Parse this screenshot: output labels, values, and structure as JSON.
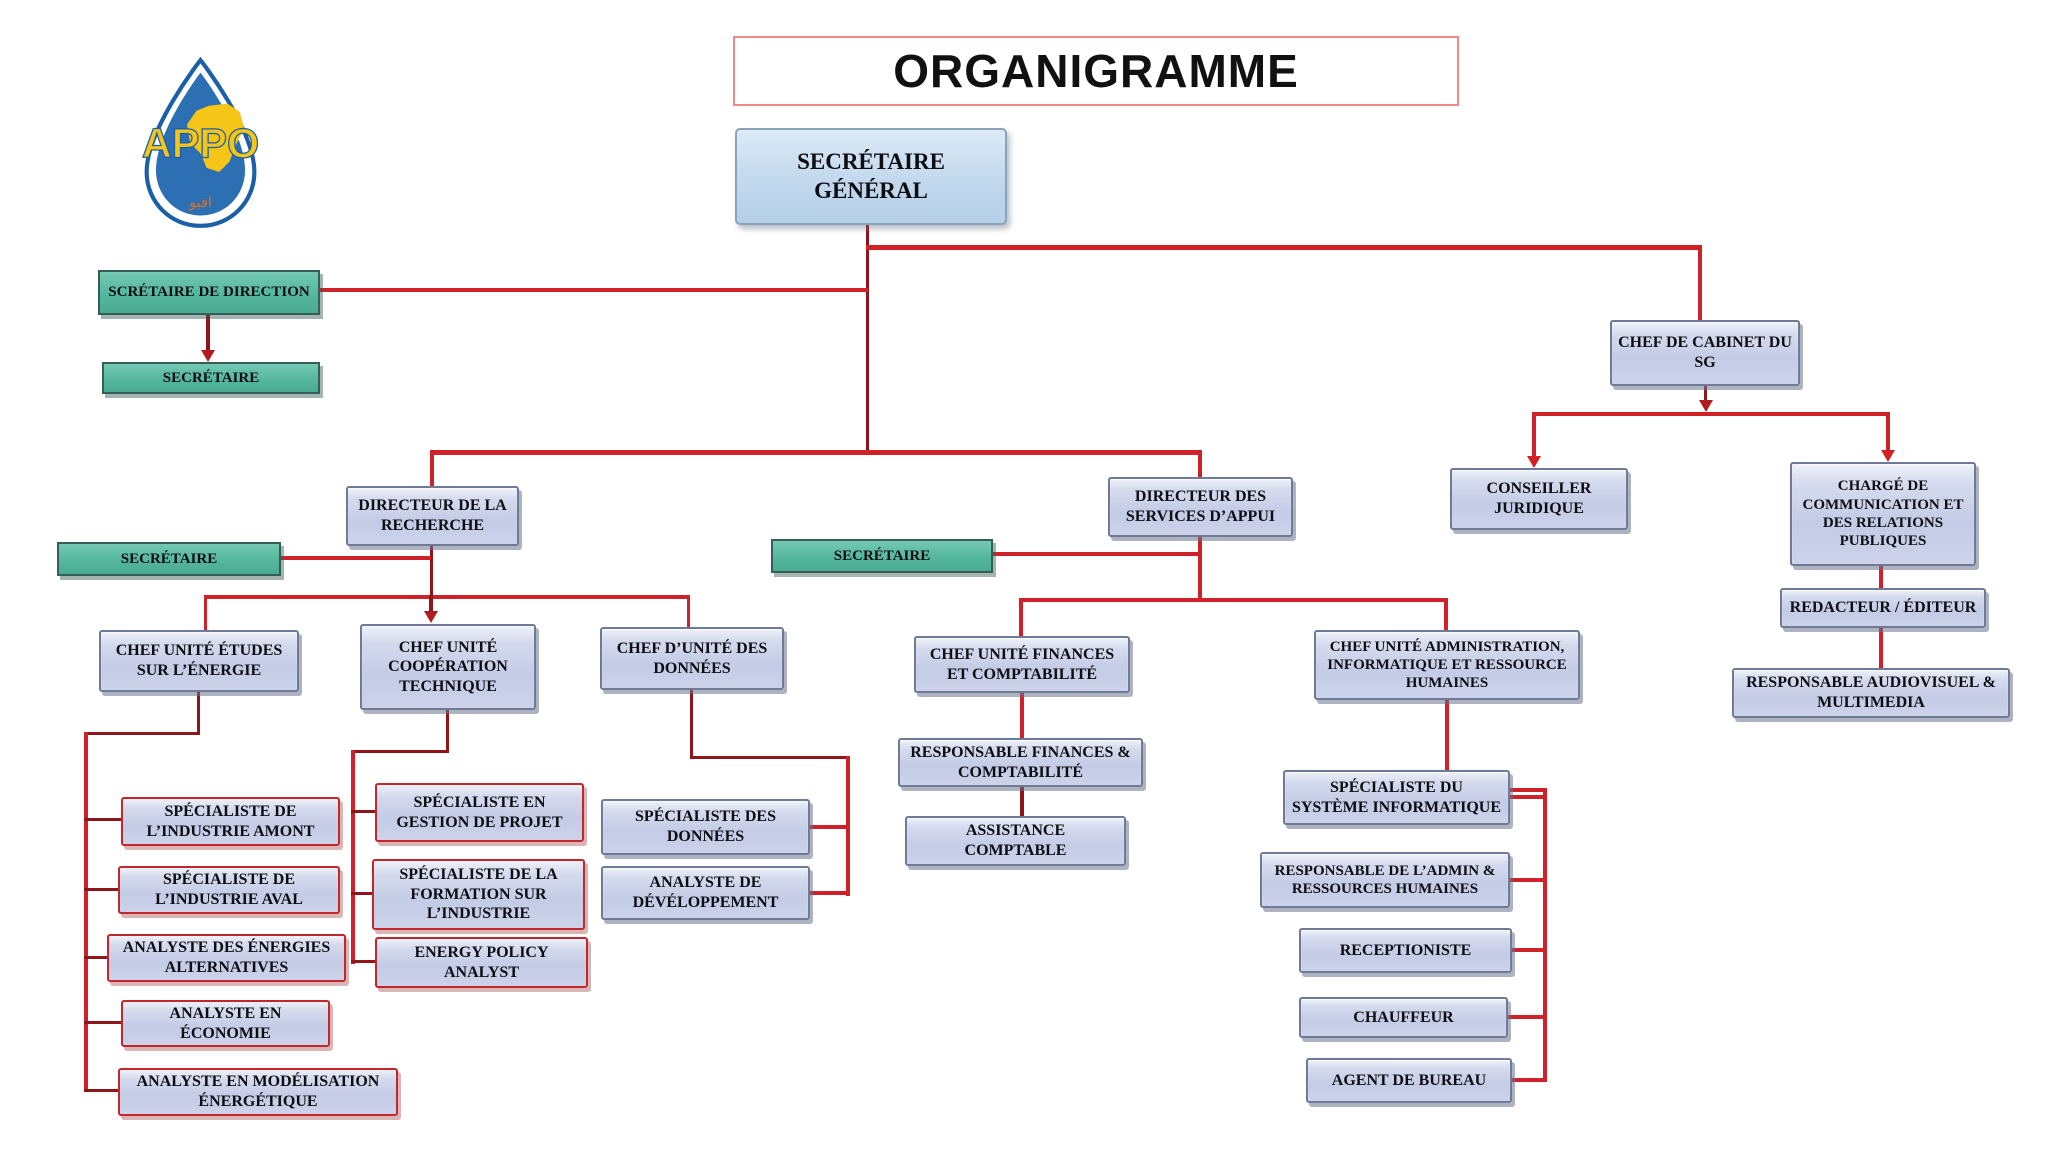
{
  "title": "ORGANIGRAMME",
  "logo": {
    "acronym": "APPO",
    "subtext": "افبو"
  },
  "colors": {
    "connector_red": "#cf2127",
    "connector_dark_red": "#8e161b",
    "box_lavender": "#c7cfe9",
    "box_blue": "#bcd6ec",
    "box_teal": "#53b49c",
    "sub_box_border_red": "#c3272b",
    "title_border": "#f08a8a",
    "text": "#0d0d12"
  },
  "nodes": {
    "sg": {
      "label": "SECRÉTAIRE GÉNÉRAL"
    },
    "secretaire_direction": {
      "label": "SCRÉTAIRE DE DIRECTION"
    },
    "secretaire1": {
      "label": "SECRÉTAIRE"
    },
    "chef_cabinet": {
      "label": "CHEF DE CABINET DU SG"
    },
    "conseiller": {
      "label": "CONSEILLER JURIDIQUE"
    },
    "charge_comm": {
      "label": "CHARGÉ DE COMMUNICATION ET DES RELATIONS PUBLIQUES"
    },
    "redacteur": {
      "label": "REDACTEUR / ÉDITEUR"
    },
    "resp_audio": {
      "label": "RESPONSABLE AUDIOVISUEL & MULTIMEDIA"
    },
    "dir_recherche": {
      "label": "DIRECTEUR DE LA RECHERCHE"
    },
    "secretaire2": {
      "label": "SECRÉTAIRE"
    },
    "dir_appui": {
      "label": "DIRECTEUR DES SERVICES D’APPUI"
    },
    "secretaire3": {
      "label": "SECRÉTAIRE"
    },
    "chef_etudes": {
      "label": "CHEF UNITÉ ÉTUDES SUR L’ÉNERGIE"
    },
    "chef_coop": {
      "label": "CHEF UNITÉ COOPÉRATION TECHNIQUE"
    },
    "chef_donnees": {
      "label": "CHEF D’UNITÉ DES DONNÉES"
    },
    "chef_finances": {
      "label": "CHEF UNITÉ FINANCES ET COMPTABILITÉ"
    },
    "chef_admin": {
      "label": "CHEF UNITÉ ADMINISTRATION, INFORMATIQUE ET RESSOURCE HUMAINES"
    },
    "spec_amont": {
      "label": "SPÉCIALISTE DE L’INDUSTRIE AMONT"
    },
    "spec_aval": {
      "label": "SPÉCIALISTE DE L’INDUSTRIE AVAL"
    },
    "analyste_energies": {
      "label": "ANALYSTE DES ÉNERGIES ALTERNATIVES"
    },
    "analyste_economie": {
      "label": "ANALYSTE EN ÉCONOMIE"
    },
    "analyste_modelisation": {
      "label": "ANALYSTE EN MODÉLISATION ÉNERGÉTIQUE"
    },
    "spec_gestion": {
      "label": "SPÉCIALISTE EN GESTION DE PROJET"
    },
    "spec_formation": {
      "label": "SPÉCIALISTE DE LA FORMATION SUR L’INDUSTRIE"
    },
    "energy_policy": {
      "label": "ENERGY POLICY ANALYST"
    },
    "spec_donnees": {
      "label": "SPÉCIALISTE DES DONNÉES"
    },
    "analyste_dev": {
      "label": "ANALYSTE DE DÉVÉLOPPEMENT"
    },
    "resp_finances": {
      "label": "RESPONSABLE FINANCES & COMPTABILITÉ"
    },
    "assistance": {
      "label": "ASSISTANCE COMPTABLE"
    },
    "spec_info": {
      "label": "SPÉCIALISTE DU SYSTÈME INFORMATIQUE"
    },
    "resp_admin": {
      "label": "RESPONSABLE DE L’ADMIN & RESSOURCES HUMAINES"
    },
    "receptioniste": {
      "label": "RECEPTIONISTE"
    },
    "chauffeur": {
      "label": "CHAUFFEUR"
    },
    "agent_bureau": {
      "label": "AGENT DE BUREAU"
    }
  }
}
